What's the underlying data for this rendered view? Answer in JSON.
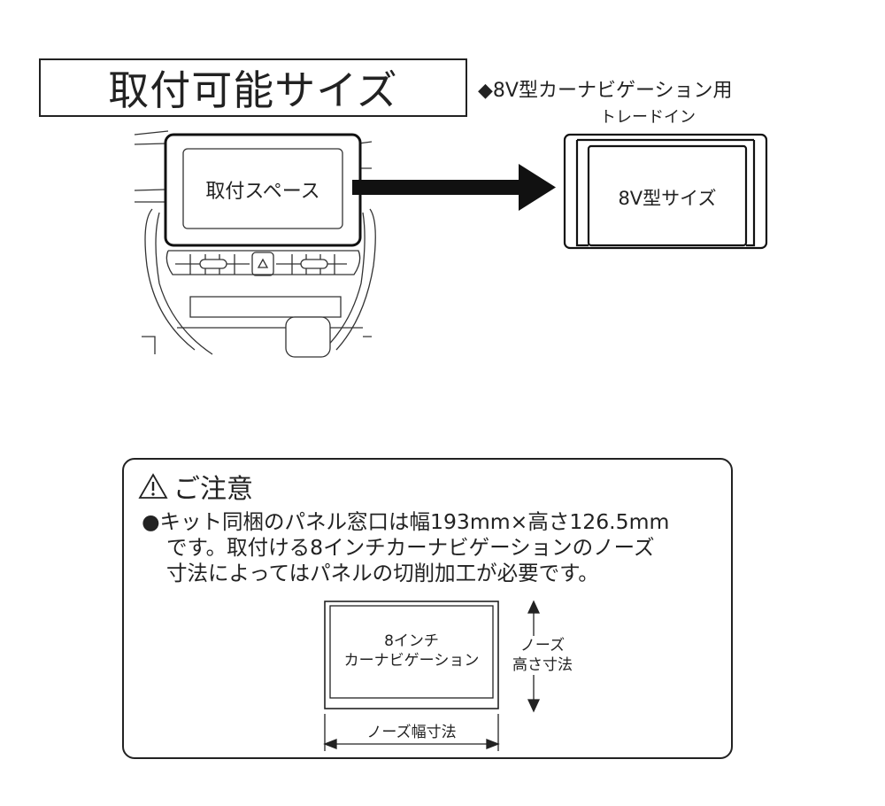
{
  "header": {
    "title": "取付可能サイズ",
    "subtitle": "◆8V型カーナビゲーション用",
    "subtitle2": "トレードイン"
  },
  "dashboard": {
    "space_label": "取付スペース"
  },
  "tradein": {
    "size_label": "8V型サイズ"
  },
  "notice": {
    "icon": "warning-icon",
    "heading": "ご注意",
    "lines": [
      "●キット同梱のパネル窓口は幅193mm×高さ126.5mm",
      "です。取付ける8インチカーナビゲーションのノーズ",
      "寸法によってはパネルの切削加工が必要です。"
    ],
    "diagram": {
      "nav_label_1": "8インチ",
      "nav_label_2": "カーナビゲーション",
      "height_label_1": "ノーズ",
      "height_label_2": "高さ寸法",
      "width_label": "ノーズ幅寸法"
    }
  }
}
